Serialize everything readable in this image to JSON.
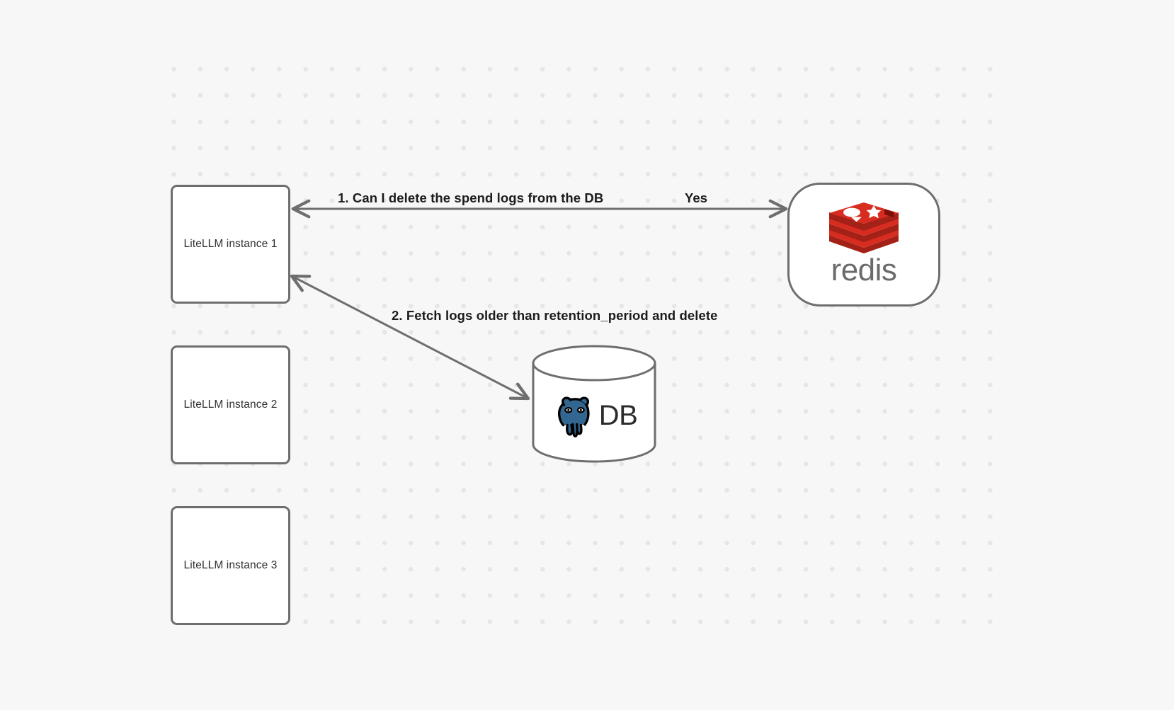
{
  "diagram": {
    "title": "LiteLLM spend log deletion flow",
    "background_color": "#f7f7f8",
    "grid": "dot-grid",
    "nodes": [
      {
        "id": "instance-1",
        "label": "LiteLLM instance 1",
        "shape": "rounded-rect"
      },
      {
        "id": "instance-2",
        "label": "LiteLLM instance 2",
        "shape": "rounded-rect"
      },
      {
        "id": "instance-3",
        "label": "LiteLLM instance 3",
        "shape": "rounded-rect"
      },
      {
        "id": "redis",
        "label": "redis",
        "shape": "stadium",
        "icon": "redis-logo-icon",
        "color": "#d82c20"
      },
      {
        "id": "db",
        "label": "DB",
        "shape": "cylinder",
        "icon": "postgresql-elephant-icon",
        "color": "#336791"
      }
    ],
    "edges": [
      {
        "id": "edge-1",
        "from": "instance-1",
        "to": "redis",
        "label": "1.  Can I delete the spend logs from the DB",
        "answer": "Yes",
        "arrows": "both"
      },
      {
        "id": "edge-2",
        "from": "instance-1",
        "to": "db",
        "label": "2.  Fetch logs older than retention_period and delete",
        "arrows": "both"
      }
    ],
    "stroke_color": "#6e6e6e",
    "label_color": "#1c1c1c"
  }
}
